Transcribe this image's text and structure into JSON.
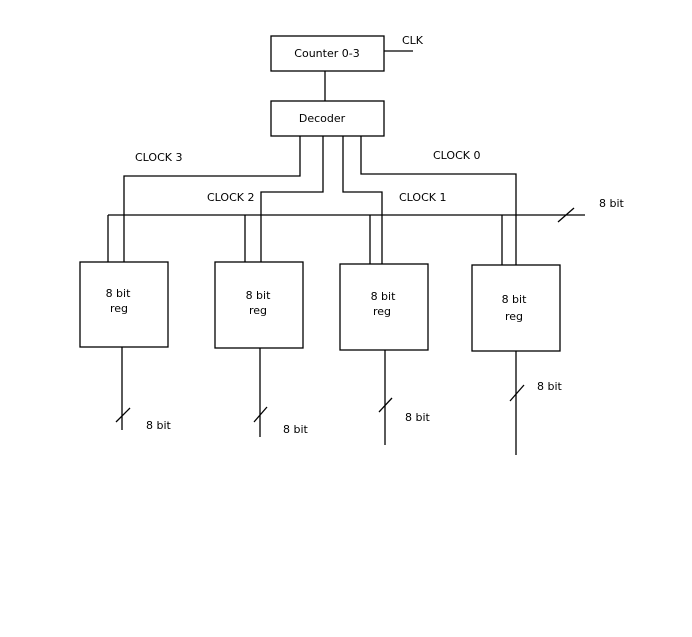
{
  "blocks": {
    "counter": "Counter 0-3",
    "decoder": "Decoder"
  },
  "signals": {
    "clk": "CLK",
    "clock0": "CLOCK 0",
    "clock1": "CLOCK 1",
    "clock2": "CLOCK 2",
    "clock3": "CLOCK 3"
  },
  "bus": {
    "input_width": "8 bit"
  },
  "registers": [
    {
      "line1": "8 bit",
      "line2": "reg",
      "output_width": "8 bit"
    },
    {
      "line1": "8 bit",
      "line2": "reg",
      "output_width": "8 bit"
    },
    {
      "line1": "8 bit",
      "line2": "reg",
      "output_width": "8 bit"
    },
    {
      "line1": "8 bit",
      "line2": "reg",
      "output_width": "8 bit"
    }
  ]
}
